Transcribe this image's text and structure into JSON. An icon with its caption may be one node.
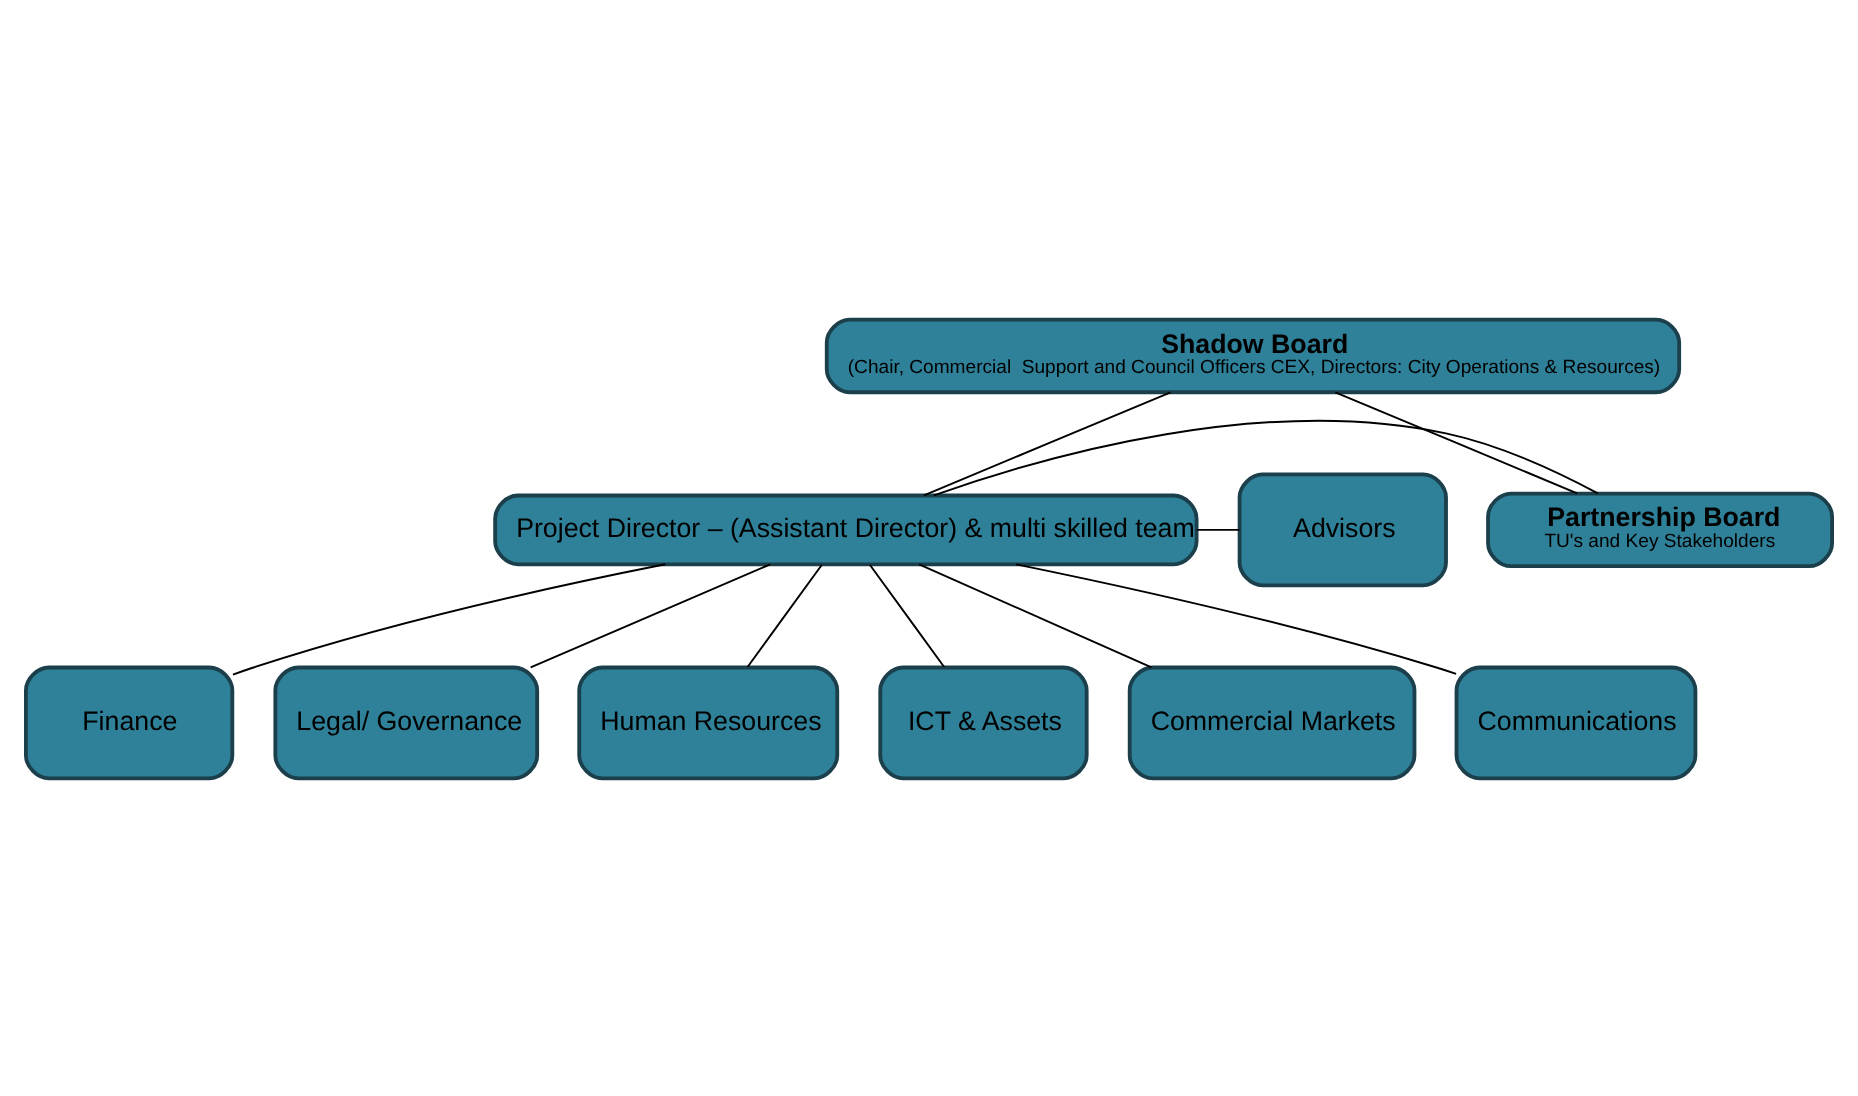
{
  "diagram": {
    "nodes": [
      {
        "text": [
          "Shadow Board",
          "(Chair, Commercial  Support and Council Officers CEX, Directors: City Operations & Resources)"
        ]
      },
      {
        "text": [
          "Project Director – (Assistant Director) & multi skilled team"
        ]
      },
      {
        "text": [
          "Partnership Board",
          "TU's and Key Stakeholders"
        ]
      },
      {
        "text": [
          "Advisors"
        ]
      },
      {
        "text": [
          "Finance"
        ]
      },
      {
        "text": [
          "Legal/ Governance"
        ]
      },
      {
        "text": [
          "Human Resources"
        ]
      },
      {
        "text": [
          "ICT & Assets"
        ]
      },
      {
        "text": [
          "Commercial Markets"
        ]
      },
      {
        "text": [
          "Communications"
        ]
      }
    ],
    "edges": [
      {
        "from": 0,
        "to": 1,
        "arrow": "none"
      },
      {
        "from": 0,
        "to": 2,
        "arrow": "none"
      },
      {
        "from": 1,
        "to": 2,
        "arrow": "none"
      },
      {
        "from": 1,
        "to": 3,
        "arrow": "none"
      },
      {
        "from": 1,
        "to": 4,
        "arrow": "none"
      },
      {
        "from": 1,
        "to": 5,
        "arrow": "none"
      },
      {
        "from": 1,
        "to": 6,
        "arrow": "none"
      },
      {
        "from": 1,
        "to": 7,
        "arrow": "none"
      },
      {
        "from": 1,
        "to": 8,
        "arrow": "none"
      },
      {
        "from": 1,
        "to": 9,
        "arrow": "none"
      }
    ]
  }
}
